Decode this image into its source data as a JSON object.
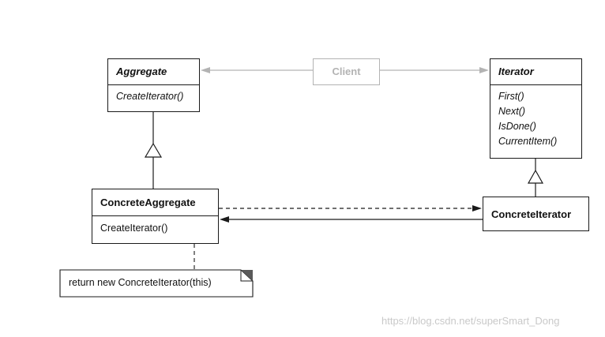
{
  "classes": {
    "aggregate": {
      "name": "Aggregate",
      "operations": [
        "CreateIterator()"
      ]
    },
    "iterator": {
      "name": "Iterator",
      "operations": [
        "First()",
        "Next()",
        "IsDone()",
        "CurrentItem()"
      ]
    },
    "concrete_aggregate": {
      "name": "ConcreteAggregate",
      "operations": [
        "CreateIterator()"
      ]
    },
    "concrete_iterator": {
      "name": "ConcreteIterator"
    },
    "client": {
      "name": "Client"
    }
  },
  "note": {
    "text": "return new ConcreteIterator(this)"
  },
  "watermark": {
    "text": "https://blog.csdn.net/superSmart_Dong"
  },
  "colors": {
    "line": "#1a1a1a",
    "client": "#b3b3b3",
    "watermark": "#c9c9c9"
  }
}
